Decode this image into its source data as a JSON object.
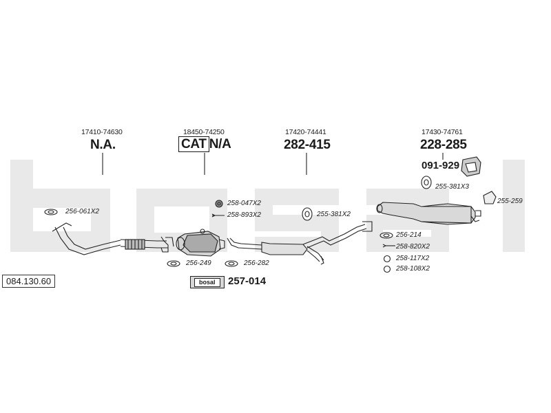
{
  "brand": {
    "watermark": "bosal",
    "badge": "bosal"
  },
  "catalog_number": "084.130.60",
  "sections": [
    {
      "oe_number": "17410-74630",
      "part_code": "N.A."
    },
    {
      "oe_number": "18450-74250",
      "cat_label": "CAT",
      "part_code": "N/A"
    },
    {
      "oe_number": "17420-74441",
      "part_code": "282-415"
    },
    {
      "oe_number": "17430-74761",
      "part_code": "228-285"
    }
  ],
  "bracket_code": "091-929",
  "components": {
    "front": {
      "gasket": "256-061X2"
    },
    "cat": {
      "bolt": "258-047X2",
      "spring": "258-893X2",
      "gasket_in": "256-249",
      "gasket_out": "256-282",
      "kit_code": "257-014"
    },
    "middle": {
      "rubber": "255-381X2"
    },
    "rear": {
      "rubber": "255-381X3",
      "clamp": "255-259",
      "gasket": "256-214",
      "bolt": "258-820X2",
      "nut": "258-117X2",
      "washer": "258-108X2"
    }
  }
}
